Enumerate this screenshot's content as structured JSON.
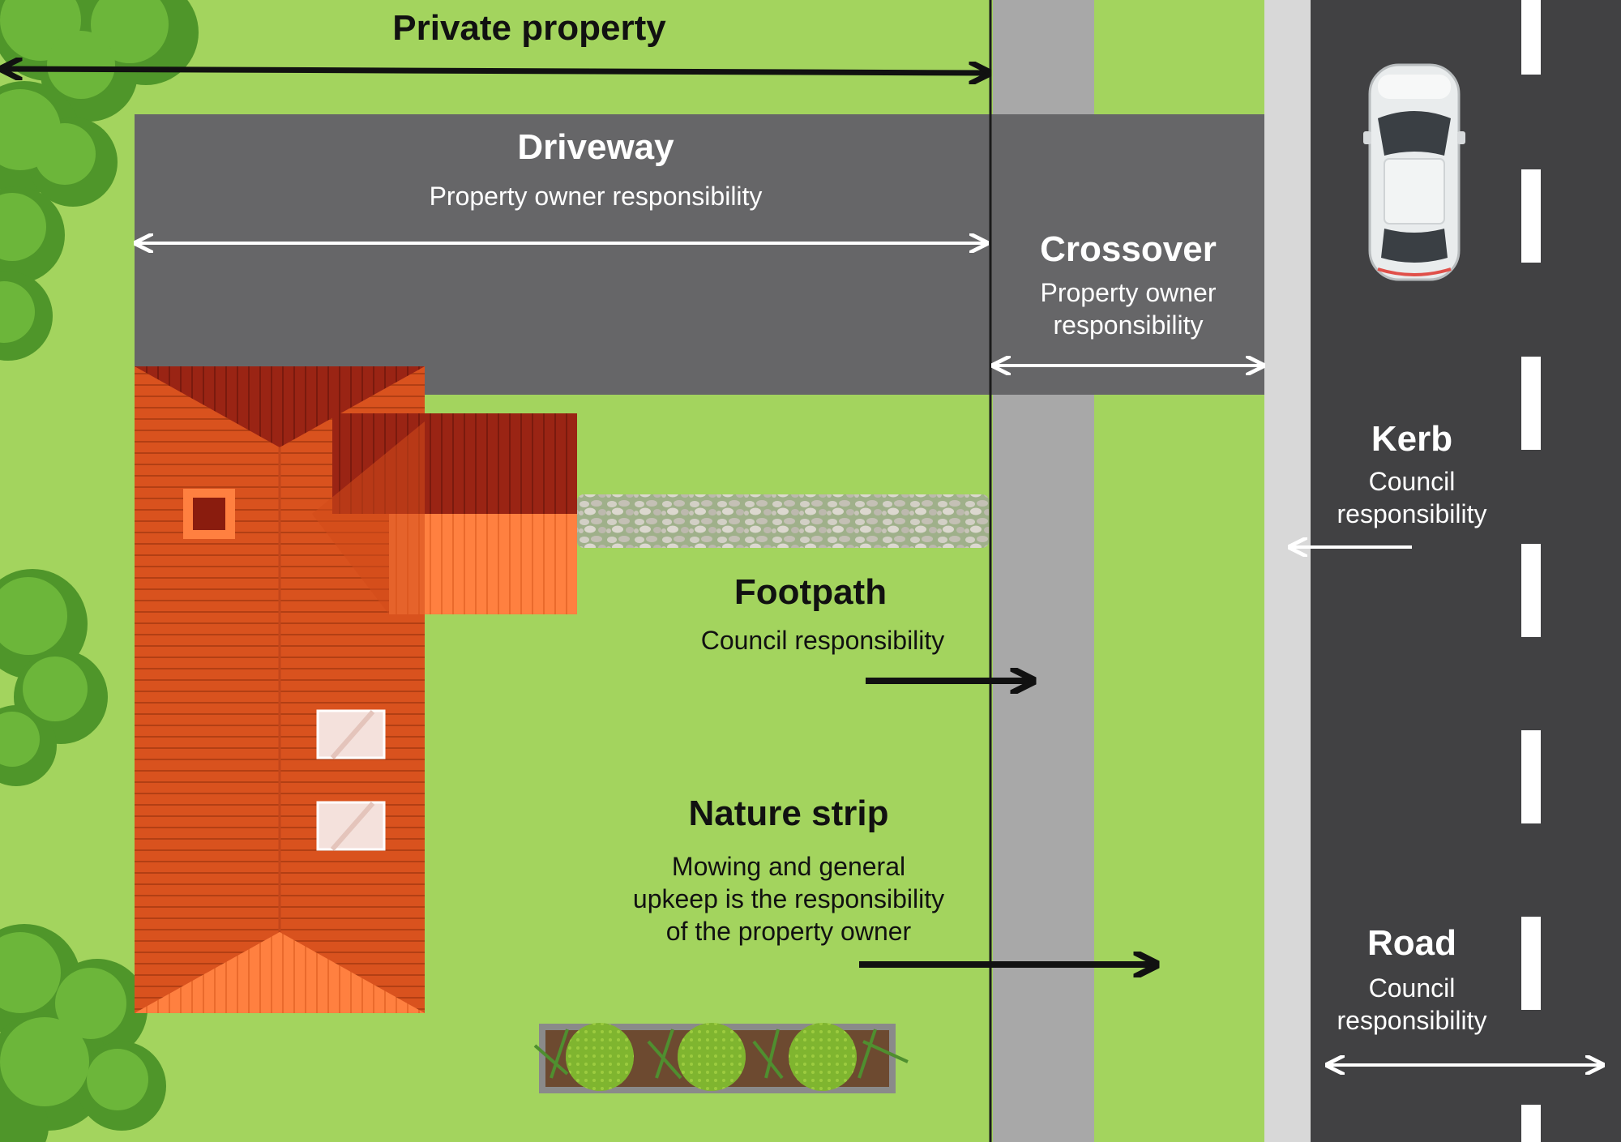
{
  "colors": {
    "grass": "#a3d45e",
    "driveway": "#666668",
    "footpath": "#a8a8a8",
    "kerb": "#d8d8d8",
    "road": "#414143",
    "road_marking": "#ffffff",
    "roof_main": "#d9521e",
    "roof_dark": "#9a2414",
    "roof_light": "#ff8040",
    "tree": "#5aa32e",
    "boundary_line": "#1a1a1a"
  },
  "icons": {
    "car": "car-top-view-icon",
    "tree": "tree-canopy-icon",
    "house": "house-roof-icon",
    "garden": "garden-bed-icon",
    "stones": "stone-path-icon"
  },
  "labels": {
    "private_property": {
      "title": "Private property"
    },
    "driveway": {
      "title": "Driveway",
      "subtitle": "Property owner responsibility"
    },
    "crossover": {
      "title": "Crossover",
      "line1": "Property owner",
      "line2": "responsibility"
    },
    "kerb": {
      "title": "Kerb",
      "line1": "Council",
      "line2": "responsibility"
    },
    "footpath": {
      "title": "Footpath",
      "subtitle": "Council responsibility"
    },
    "nature_strip": {
      "title": "Nature strip",
      "line1": "Mowing and general",
      "line2": "upkeep is the responsibility",
      "line3": "of the property owner"
    },
    "road": {
      "title": "Road",
      "line1": "Council",
      "line2": "responsibility"
    }
  }
}
